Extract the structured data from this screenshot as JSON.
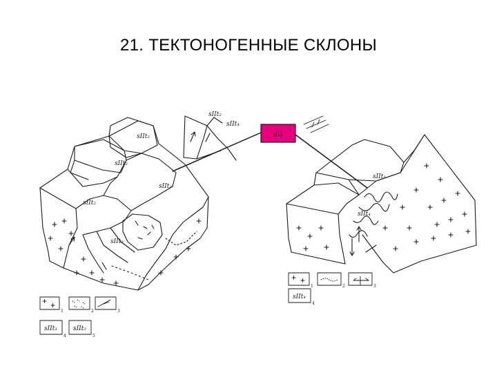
{
  "title": "21. ТЕКТОНОГЕННЫЕ СКЛОНЫ",
  "colors": {
    "badge": "#e6007e",
    "ink": "#1a1a1a"
  },
  "badge": {
    "label": "sII"
  },
  "left_block": {
    "labels": [
      "sIIt₂",
      "sIIt₂",
      "sIIt₂",
      "sIIt₂",
      "sIIt₃"
    ],
    "inset_labels": [
      "sIIt₂",
      "sIIt₄"
    ]
  },
  "right_block": {
    "labels": [
      "sIIt₁",
      "sIIt₄"
    ]
  },
  "legend_left": {
    "numbers": [
      "1",
      "2",
      "3",
      "4",
      "5"
    ],
    "labels": [
      "sIIt₁",
      "sIIt₂"
    ]
  },
  "legend_right": {
    "numbers": [
      "1",
      "2",
      "3",
      "4"
    ],
    "labels": [
      "sIIt₄"
    ]
  }
}
